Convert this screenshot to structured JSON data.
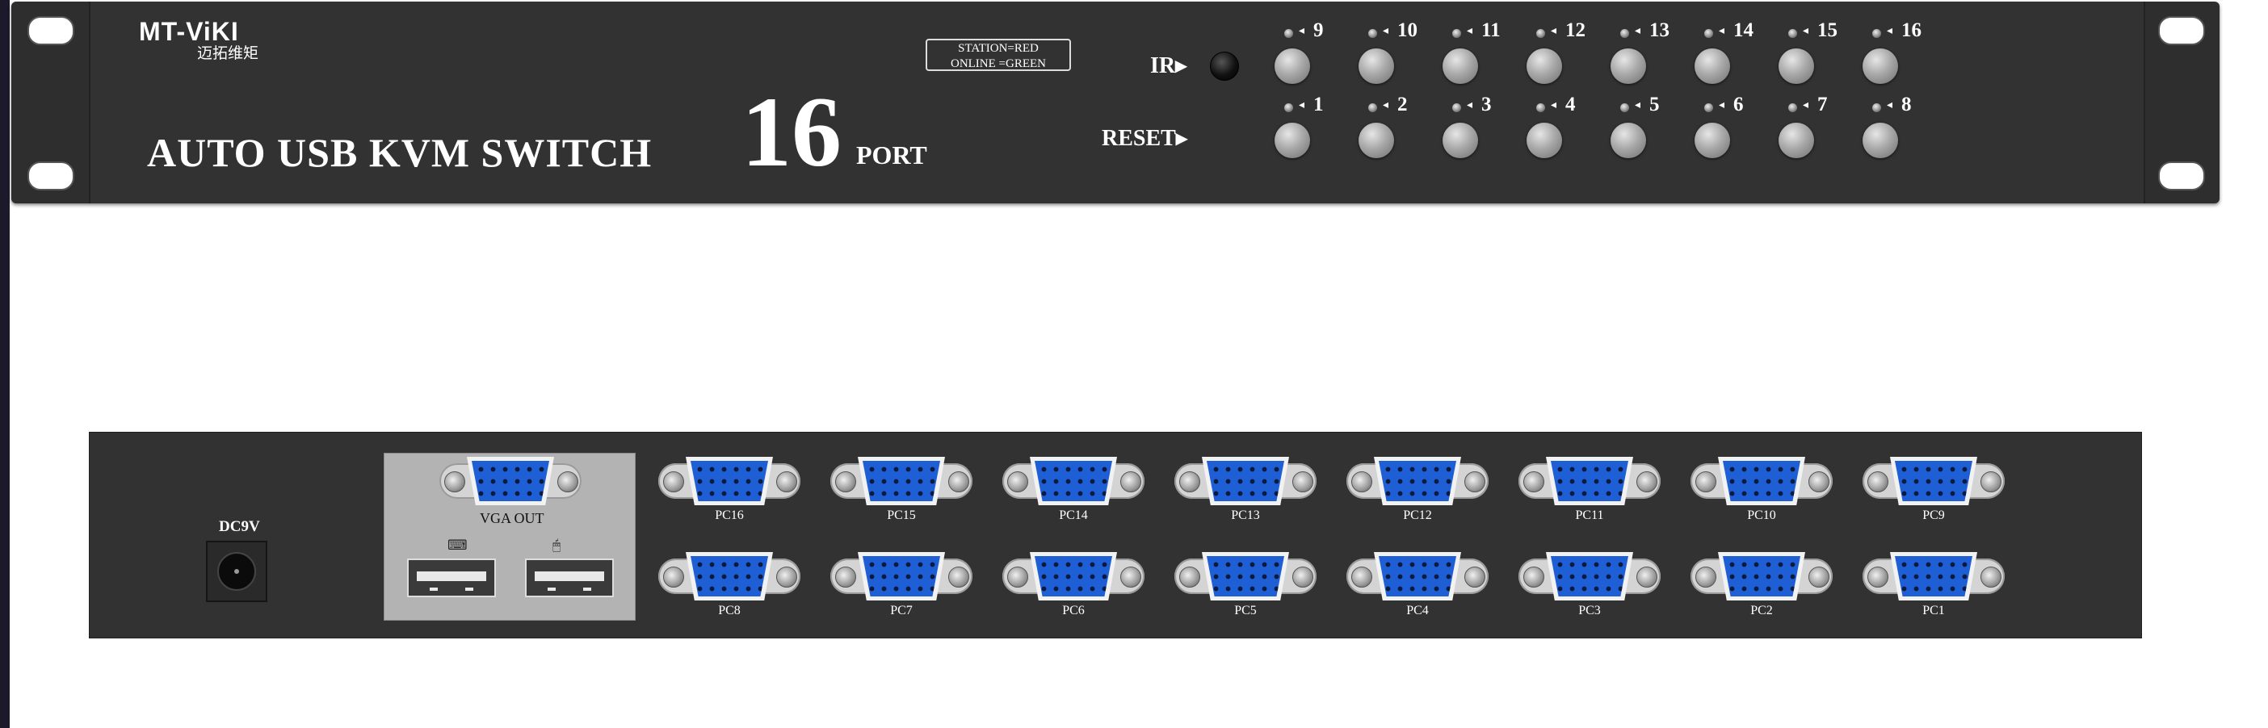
{
  "front_panel": {
    "brand": "MT-ViKI",
    "brand_cn": "迈拓维矩",
    "title": "AUTO USB KVM SWITCH",
    "port_count": "16",
    "port_word": "PORT",
    "legend_line1": "STATION=RED",
    "legend_line2": "ONLINE =GREEN",
    "ir_label": "IR▸",
    "reset_label": "RESET▸",
    "top_row_ports": [
      {
        "label": "9"
      },
      {
        "label": "10"
      },
      {
        "label": "11"
      },
      {
        "label": "12"
      },
      {
        "label": "13"
      },
      {
        "label": "14"
      },
      {
        "label": "15"
      },
      {
        "label": "16"
      }
    ],
    "bottom_row_ports": [
      {
        "label": "1"
      },
      {
        "label": "2"
      },
      {
        "label": "3"
      },
      {
        "label": "4"
      },
      {
        "label": "5"
      },
      {
        "label": "6"
      },
      {
        "label": "7"
      },
      {
        "label": "8"
      }
    ],
    "indicator_arrow": "◂"
  },
  "rear_panel": {
    "dc_label": "DC9V",
    "vga_out_label": "VGA OUT",
    "usb_keyboard_icon": "keyboard-icon",
    "usb_mouse_icon": "mouse-icon",
    "top_row_pcs": [
      {
        "label": "PC16"
      },
      {
        "label": "PC15"
      },
      {
        "label": "PC14"
      },
      {
        "label": "PC13"
      },
      {
        "label": "PC12"
      },
      {
        "label": "PC11"
      },
      {
        "label": "PC10"
      },
      {
        "label": "PC9"
      }
    ],
    "bottom_row_pcs": [
      {
        "label": "PC8"
      },
      {
        "label": "PC7"
      },
      {
        "label": "PC6"
      },
      {
        "label": "PC5"
      },
      {
        "label": "PC4"
      },
      {
        "label": "PC3"
      },
      {
        "label": "PC2"
      },
      {
        "label": "PC1"
      }
    ]
  },
  "colors": {
    "panel": "#323232",
    "vga_connector": "#1f5fd6",
    "console_plate": "#b3b3b3"
  }
}
